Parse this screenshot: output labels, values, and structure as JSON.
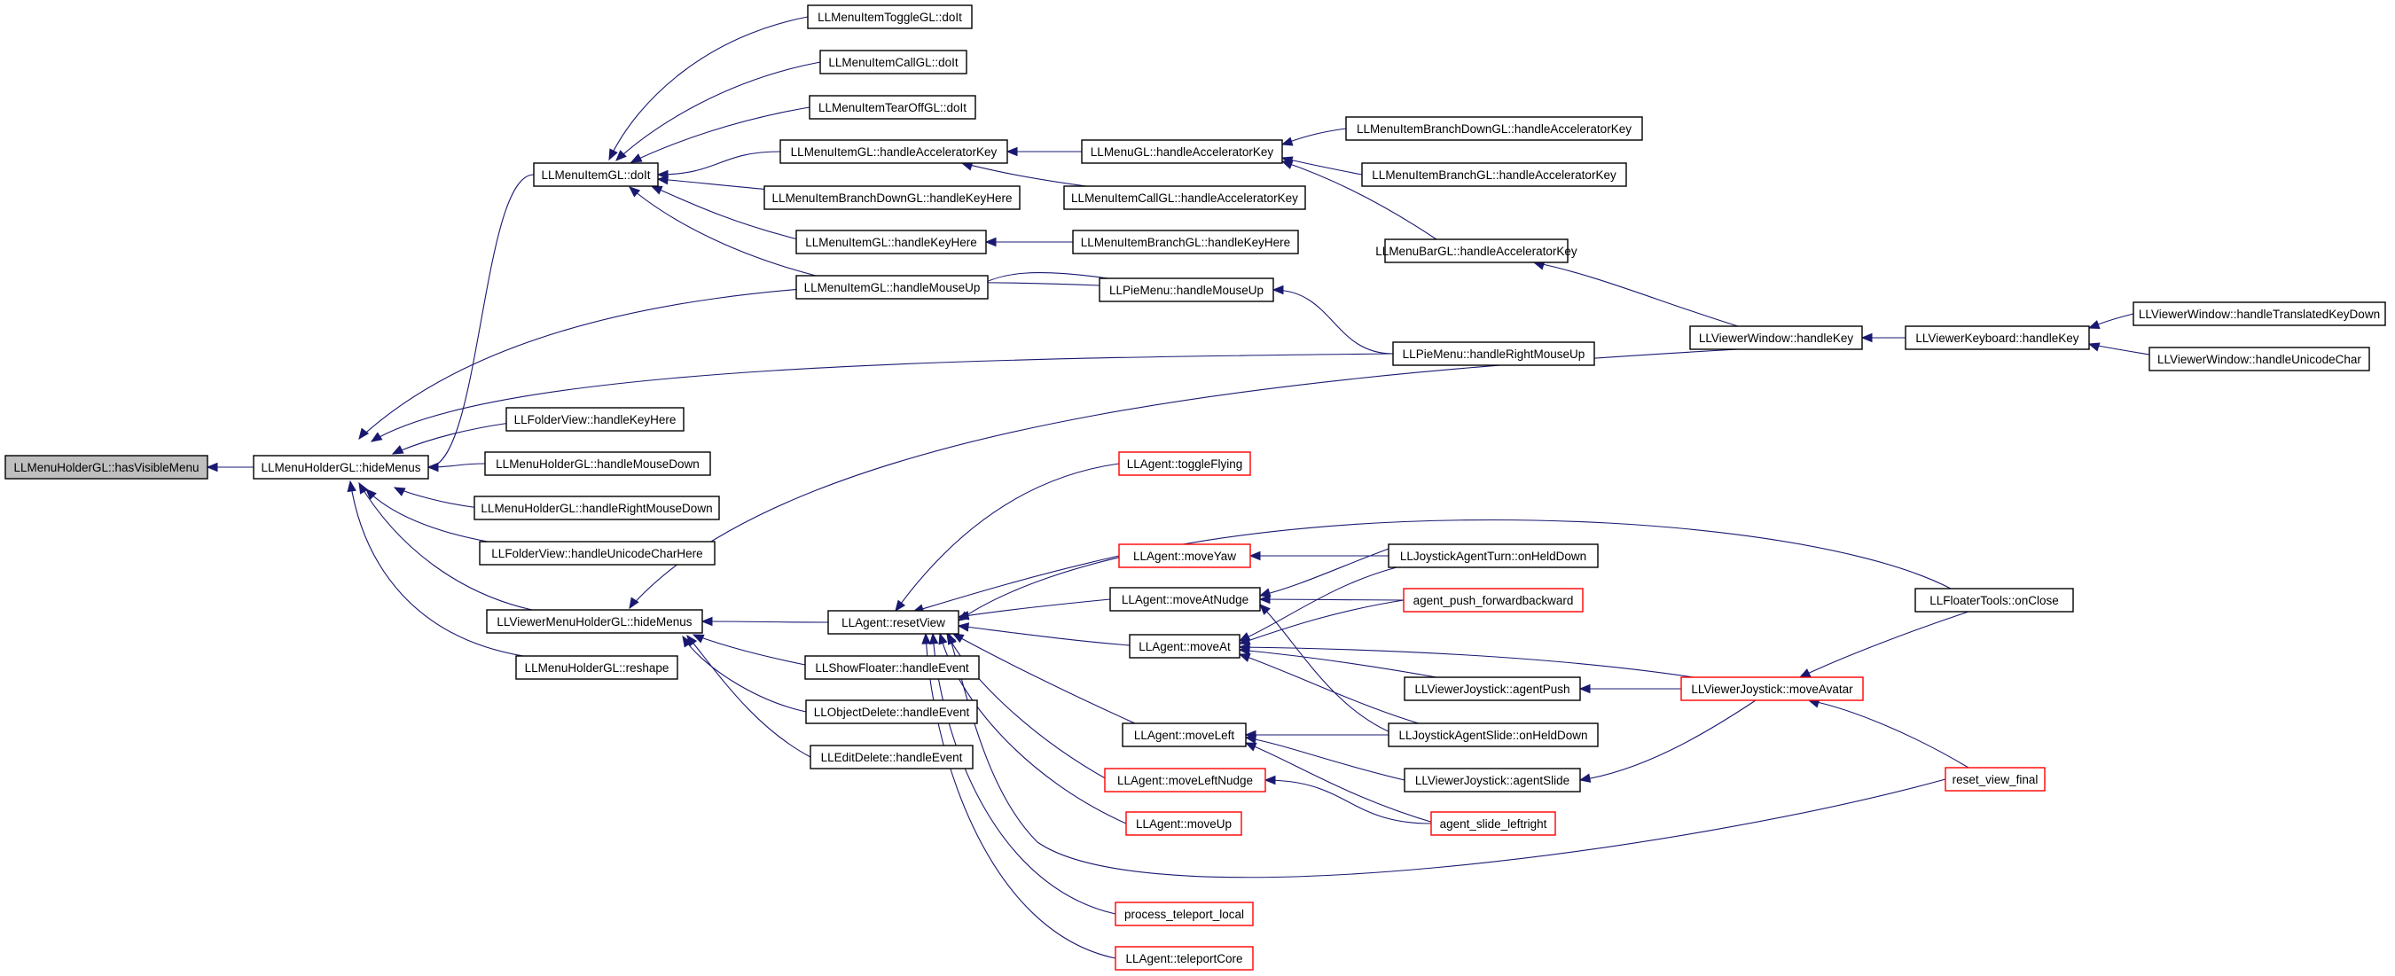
{
  "graph": {
    "colors": {
      "edge": "#191970",
      "node_border": "#000000",
      "truncated_border": "#ff0000",
      "root_fill": "#bfbfbf"
    },
    "nodes": [
      {
        "id": "n0",
        "label": "LLMenuHolderGL::hasVisibleMenu",
        "style": "root"
      },
      {
        "id": "n1",
        "label": "LLMenuHolderGL::hideMenus"
      },
      {
        "id": "n2",
        "label": "LLMenuItemGL::doIt"
      },
      {
        "id": "n3",
        "label": "LLMenuItemToggleGL::doIt"
      },
      {
        "id": "n4",
        "label": "LLMenuItemCallGL::doIt"
      },
      {
        "id": "n5",
        "label": "LLMenuItemTearOffGL::doIt"
      },
      {
        "id": "n6",
        "label": "LLMenuItemGL::handleAcceleratorKey"
      },
      {
        "id": "n7",
        "label": "LLMenuItemBranchDownGL::handleKeyHere"
      },
      {
        "id": "n8",
        "label": "LLMenuItemGL::handleKeyHere"
      },
      {
        "id": "n9",
        "label": "LLMenuItemGL::handleMouseUp"
      },
      {
        "id": "n10",
        "label": "LLMenuGL::handleAcceleratorKey"
      },
      {
        "id": "n11",
        "label": "LLMenuItemCallGL::handleAcceleratorKey"
      },
      {
        "id": "n12",
        "label": "LLMenuItemBranchGL::handleKeyHere"
      },
      {
        "id": "n13",
        "label": "LLMenuItemBranchDownGL::handleAcceleratorKey"
      },
      {
        "id": "n14",
        "label": "LLMenuItemBranchGL::handleAcceleratorKey"
      },
      {
        "id": "n15",
        "label": "LLMenuBarGL::handleAcceleratorKey"
      },
      {
        "id": "n16",
        "label": "LLPieMenu::handleMouseUp"
      },
      {
        "id": "n17",
        "label": "LLPieMenu::handleRightMouseUp"
      },
      {
        "id": "n18",
        "label": "LLViewerWindow::handleKey"
      },
      {
        "id": "n19",
        "label": "LLViewerKeyboard::handleKey"
      },
      {
        "id": "n20",
        "label": "LLViewerWindow::handleTranslatedKeyDown"
      },
      {
        "id": "n21",
        "label": "LLViewerWindow::handleUnicodeChar"
      },
      {
        "id": "n22",
        "label": "LLFolderView::handleKeyHere"
      },
      {
        "id": "n23",
        "label": "LLMenuHolderGL::handleMouseDown"
      },
      {
        "id": "n24",
        "label": "LLMenuHolderGL::handleRightMouseDown"
      },
      {
        "id": "n25",
        "label": "LLFolderView::handleUnicodeCharHere"
      },
      {
        "id": "n26",
        "label": "LLViewerMenuHolderGL::hideMenus"
      },
      {
        "id": "n27",
        "label": "LLMenuHolderGL::reshape"
      },
      {
        "id": "n28",
        "label": "LLAgent::resetView"
      },
      {
        "id": "n29",
        "label": "LLShowFloater::handleEvent"
      },
      {
        "id": "n30",
        "label": "LLObjectDelete::handleEvent"
      },
      {
        "id": "n31",
        "label": "LLEditDelete::handleEvent"
      },
      {
        "id": "n32",
        "label": "LLAgent::toggleFlying",
        "style": "red"
      },
      {
        "id": "n33",
        "label": "LLAgent::moveYaw",
        "style": "red"
      },
      {
        "id": "n34",
        "label": "LLAgent::moveAtNudge"
      },
      {
        "id": "n35",
        "label": "LLAgent::moveAt"
      },
      {
        "id": "n36",
        "label": "LLAgent::moveLeft"
      },
      {
        "id": "n37",
        "label": "LLAgent::moveLeftNudge",
        "style": "red"
      },
      {
        "id": "n38",
        "label": "LLAgent::moveUp",
        "style": "red"
      },
      {
        "id": "n39",
        "label": "process_teleport_local",
        "style": "red"
      },
      {
        "id": "n40",
        "label": "LLAgent::teleportCore",
        "style": "red"
      },
      {
        "id": "n41",
        "label": "LLJoystickAgentTurn::onHeldDown"
      },
      {
        "id": "n42",
        "label": "agent_push_forwardbackward",
        "style": "red"
      },
      {
        "id": "n43",
        "label": "LLViewerJoystick::agentPush"
      },
      {
        "id": "n44",
        "label": "LLJoystickAgentSlide::onHeldDown"
      },
      {
        "id": "n45",
        "label": "LLViewerJoystick::agentSlide"
      },
      {
        "id": "n46",
        "label": "agent_slide_leftright",
        "style": "red"
      },
      {
        "id": "n47",
        "label": "LLViewerJoystick::moveAvatar",
        "style": "red"
      },
      {
        "id": "n48",
        "label": "LLFloaterTools::onClose"
      },
      {
        "id": "n49",
        "label": "reset_view_final",
        "style": "red"
      }
    ],
    "edges": [
      {
        "from": "n1",
        "to": "n0"
      },
      {
        "from": "n2",
        "to": "n1"
      },
      {
        "from": "n3",
        "to": "n2"
      },
      {
        "from": "n4",
        "to": "n2"
      },
      {
        "from": "n5",
        "to": "n2"
      },
      {
        "from": "n6",
        "to": "n2"
      },
      {
        "from": "n7",
        "to": "n2"
      },
      {
        "from": "n8",
        "to": "n2"
      },
      {
        "from": "n9",
        "to": "n2"
      },
      {
        "from": "n10",
        "to": "n6"
      },
      {
        "from": "n11",
        "to": "n6"
      },
      {
        "from": "n12",
        "to": "n8"
      },
      {
        "from": "n13",
        "to": "n10"
      },
      {
        "from": "n14",
        "to": "n10"
      },
      {
        "from": "n15",
        "to": "n10"
      },
      {
        "from": "n16",
        "to": "n9"
      },
      {
        "from": "n16",
        "to": "n1"
      },
      {
        "from": "n17",
        "to": "n16"
      },
      {
        "from": "n17",
        "to": "n1"
      },
      {
        "from": "n18",
        "to": "n15"
      },
      {
        "from": "n18",
        "to": "n26"
      },
      {
        "from": "n19",
        "to": "n18"
      },
      {
        "from": "n20",
        "to": "n19"
      },
      {
        "from": "n21",
        "to": "n19"
      },
      {
        "from": "n22",
        "to": "n1"
      },
      {
        "from": "n23",
        "to": "n1"
      },
      {
        "from": "n24",
        "to": "n1"
      },
      {
        "from": "n25",
        "to": "n1"
      },
      {
        "from": "n26",
        "to": "n1"
      },
      {
        "from": "n27",
        "to": "n1"
      },
      {
        "from": "n28",
        "to": "n26"
      },
      {
        "from": "n29",
        "to": "n26"
      },
      {
        "from": "n30",
        "to": "n26"
      },
      {
        "from": "n31",
        "to": "n26"
      },
      {
        "from": "n32",
        "to": "n28"
      },
      {
        "from": "n33",
        "to": "n28"
      },
      {
        "from": "n34",
        "to": "n28"
      },
      {
        "from": "n35",
        "to": "n28"
      },
      {
        "from": "n36",
        "to": "n28"
      },
      {
        "from": "n37",
        "to": "n28"
      },
      {
        "from": "n38",
        "to": "n28"
      },
      {
        "from": "n39",
        "to": "n28"
      },
      {
        "from": "n40",
        "to": "n28"
      },
      {
        "from": "n48",
        "to": "n28"
      },
      {
        "from": "n49",
        "to": "n28"
      },
      {
        "from": "n41",
        "to": "n33"
      },
      {
        "from": "n41",
        "to": "n34"
      },
      {
        "from": "n42",
        "to": "n34"
      },
      {
        "from": "n44",
        "to": "n34"
      },
      {
        "from": "n41",
        "to": "n35"
      },
      {
        "from": "n42",
        "to": "n35"
      },
      {
        "from": "n43",
        "to": "n35"
      },
      {
        "from": "n44",
        "to": "n35"
      },
      {
        "from": "n47",
        "to": "n35"
      },
      {
        "from": "n44",
        "to": "n36"
      },
      {
        "from": "n45",
        "to": "n36"
      },
      {
        "from": "n46",
        "to": "n36"
      },
      {
        "from": "n46",
        "to": "n37"
      },
      {
        "from": "n47",
        "to": "n43"
      },
      {
        "from": "n47",
        "to": "n45"
      },
      {
        "from": "n48",
        "to": "n47"
      },
      {
        "from": "n49",
        "to": "n47"
      }
    ]
  }
}
